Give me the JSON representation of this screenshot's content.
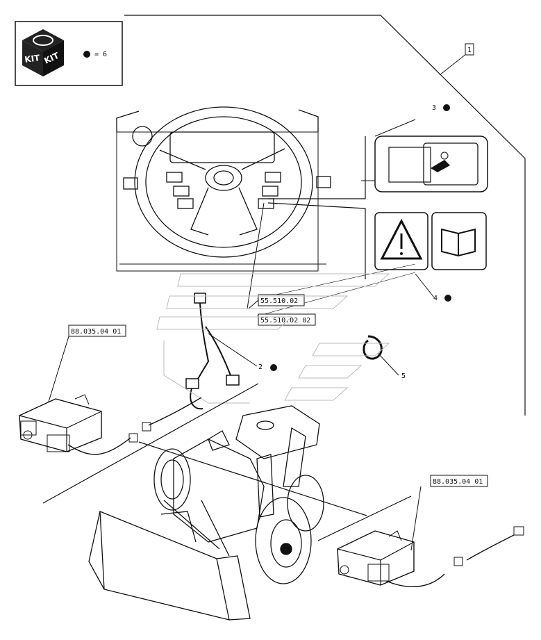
{
  "kit_box": {
    "badge_top": "KIT",
    "badge_side": "KIT",
    "quantity_text": "= 6"
  },
  "item_box_label": "1",
  "callouts": {
    "item2": "2",
    "item3": "3",
    "item4": "4",
    "item5": "5"
  },
  "references": {
    "ref_a": "55.510.02",
    "ref_b": "55.510.02 02",
    "ref_left": "88.035.04 01",
    "ref_right": "88.035.04 01"
  }
}
